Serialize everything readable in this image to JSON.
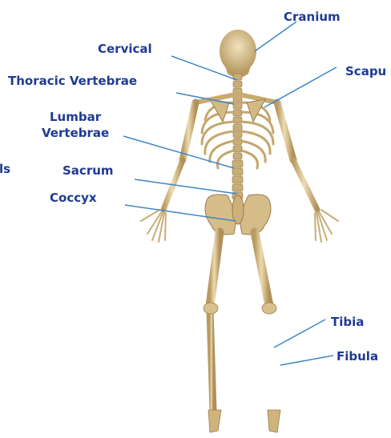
{
  "colors": {
    "label": "#1f3a93",
    "leader": "#3f86c8",
    "bone": "#d8c08c",
    "bone_shadow": "#a88a55",
    "bone_light": "#efe0b8"
  },
  "labels": {
    "cranium": "Cranium",
    "cervical": "Cervical",
    "thoracic": "Thoracic Vertebrae",
    "scapula": "Scapu",
    "lumbar_line1": "Lumbar",
    "lumbar_line2": "Vertebrae",
    "sacrum": "Sacrum",
    "coccyx": "Coccyx",
    "left_cut": "ls",
    "tibia": "Tibia",
    "fibula": "Fibula"
  }
}
